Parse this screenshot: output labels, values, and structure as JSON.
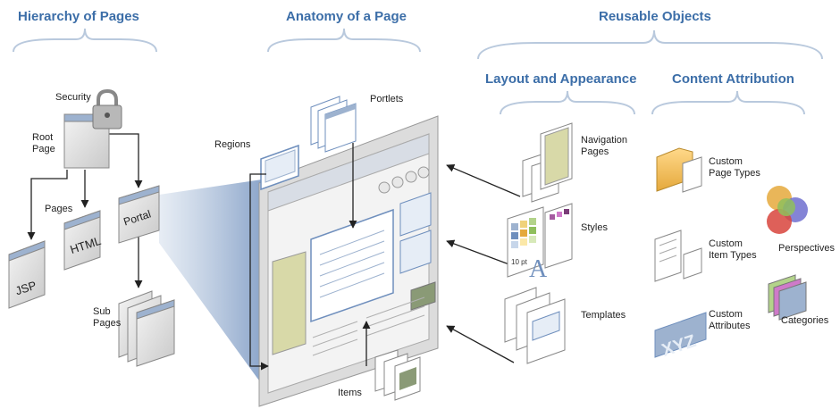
{
  "headings": {
    "hierarchy": "Hierarchy of Pages",
    "anatomy": "Anatomy of a Page",
    "reusable": "Reusable Objects",
    "layout": "Layout and Appearance",
    "content": "Content Attribution"
  },
  "hierarchy": {
    "security": "Security",
    "root_page": "Root\nPage",
    "pages": "Pages",
    "jsp": "JSP",
    "html": "HTML",
    "portal": "Portal",
    "sub_pages": "Sub\nPages"
  },
  "anatomy": {
    "regions": "Regions",
    "portlets": "Portlets",
    "items": "Items"
  },
  "layout": {
    "navigation_pages": "Navigation\nPages",
    "styles": "Styles",
    "styles_size": "10 pt",
    "styles_letter": "A",
    "templates": "Templates"
  },
  "content": {
    "custom_page_types": "Custom\nPage Types",
    "custom_item_types": "Custom\nItem Types",
    "custom_attributes": "Custom\nAttributes",
    "xyz": "XYZ",
    "perspectives": "Perspectives",
    "categories": "Categories"
  }
}
